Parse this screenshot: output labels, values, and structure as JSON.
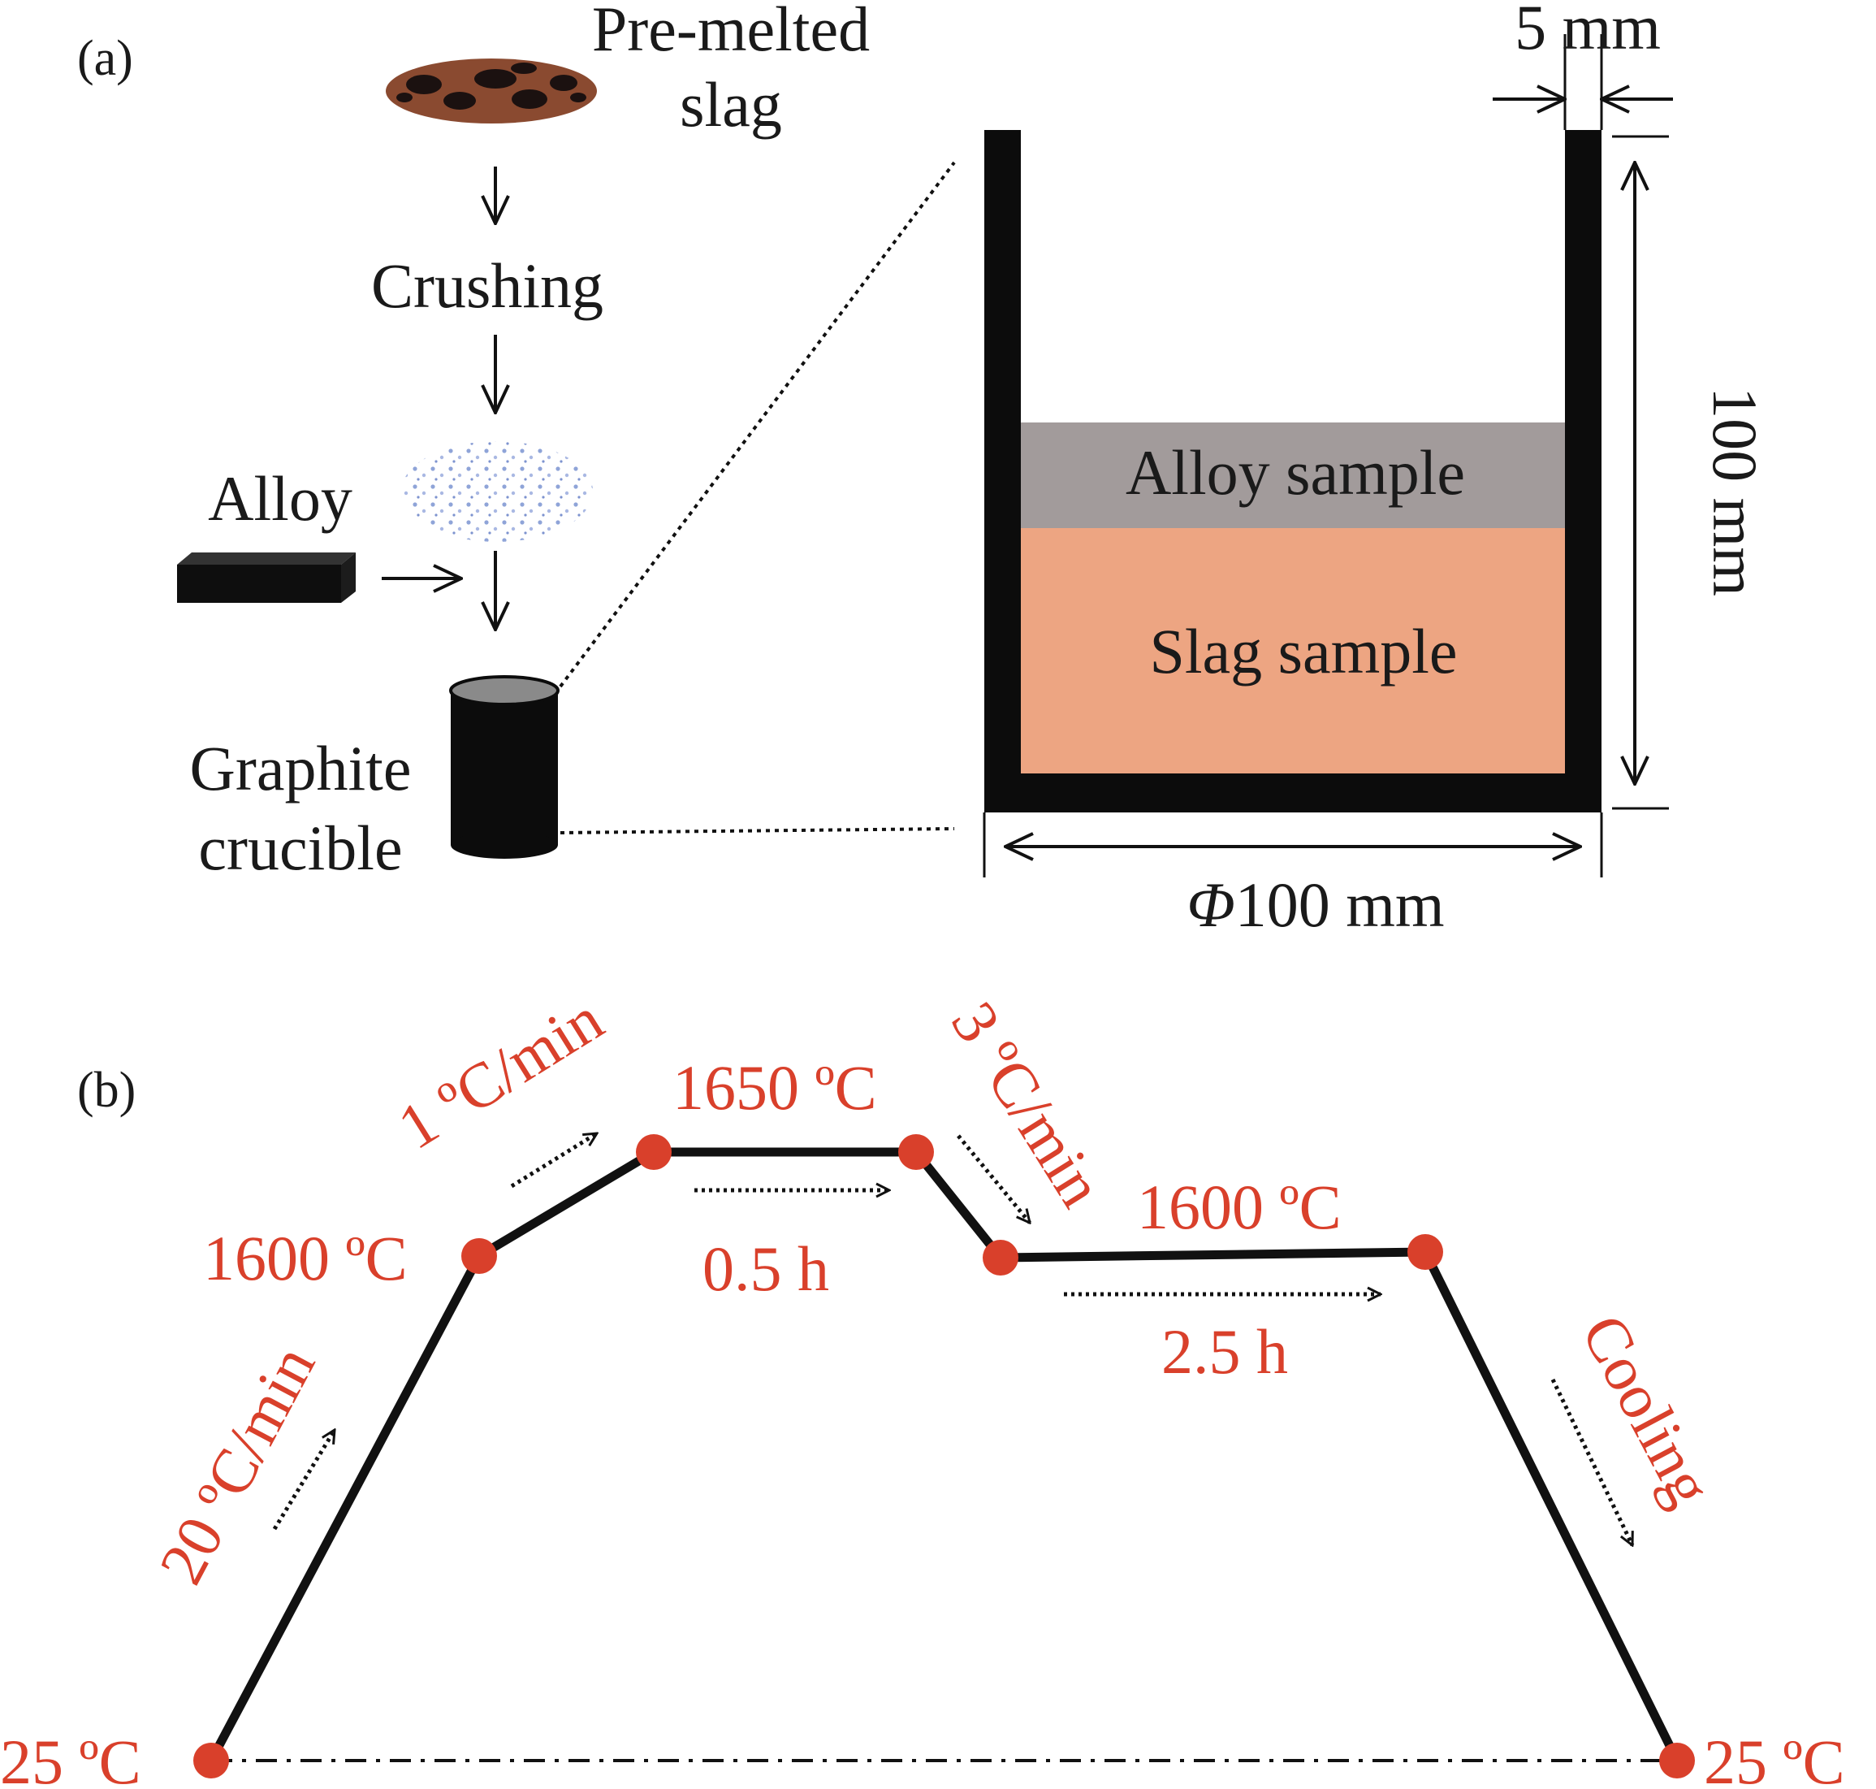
{
  "panel_a": {
    "tag": "(a)",
    "pre_melted_line1": "Pre-melted",
    "pre_melted_line2": "slag",
    "crushing": "Crushing",
    "alloy": "Alloy",
    "graphite_line1": "Graphite",
    "graphite_line2": "crucible",
    "alloy_sample": "Alloy sample",
    "slag_sample": "Slag sample",
    "wall_thickness": "5 mm",
    "height": "100 mm",
    "diameter_symbol": "Φ",
    "diameter_value": "100 mm",
    "colors": {
      "alloy_layer": "#a29b9b",
      "slag_layer": "#eda582",
      "slag_particles": "#8a4a30",
      "crushed_powder": "#8fa4d8"
    }
  },
  "panel_b": {
    "tag": "(b)",
    "ramp1_rate": "20 ºC/min",
    "temp_start": "25 ºC",
    "temp_1600_first": "1600 ºC",
    "ramp2_rate": "1 ºC/min",
    "temp_1650": "1650 ºC",
    "hold1_duration": "0.5 h",
    "ramp3_rate": "3 ºC/min",
    "temp_1600_second": "1600 ºC",
    "hold2_duration": "2.5 h",
    "cooling": "Cooling",
    "temp_end": "25 ºC",
    "colors": {
      "accent": "#d9402b",
      "profile_line": "#111111"
    }
  }
}
